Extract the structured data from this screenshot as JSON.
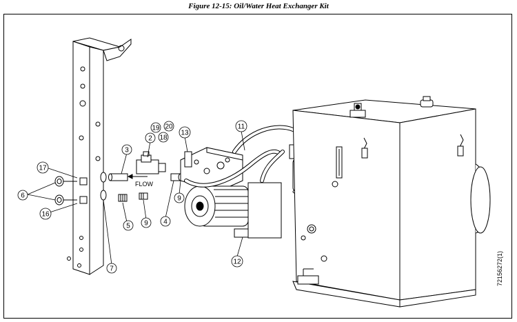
{
  "figure": {
    "title": "Figure 12-15:  Oil/Water Heat Exchanger Kit",
    "drawing_number": "72156272(1)"
  },
  "callouts": [
    {
      "id": "2",
      "label": "2"
    },
    {
      "id": "3",
      "label": "3"
    },
    {
      "id": "4",
      "label": "4"
    },
    {
      "id": "5",
      "label": "5"
    },
    {
      "id": "6",
      "label": "6"
    },
    {
      "id": "7",
      "label": "7"
    },
    {
      "id": "9a",
      "label": "9"
    },
    {
      "id": "9b",
      "label": "9"
    },
    {
      "id": "11",
      "label": "11"
    },
    {
      "id": "12",
      "label": "12"
    },
    {
      "id": "13",
      "label": "13"
    },
    {
      "id": "16",
      "label": "16"
    },
    {
      "id": "17",
      "label": "17"
    },
    {
      "id": "18",
      "label": "18"
    },
    {
      "id": "19",
      "label": "19"
    },
    {
      "id": "20",
      "label": "20"
    }
  ],
  "annotations": {
    "flow_label": "FLOW"
  }
}
